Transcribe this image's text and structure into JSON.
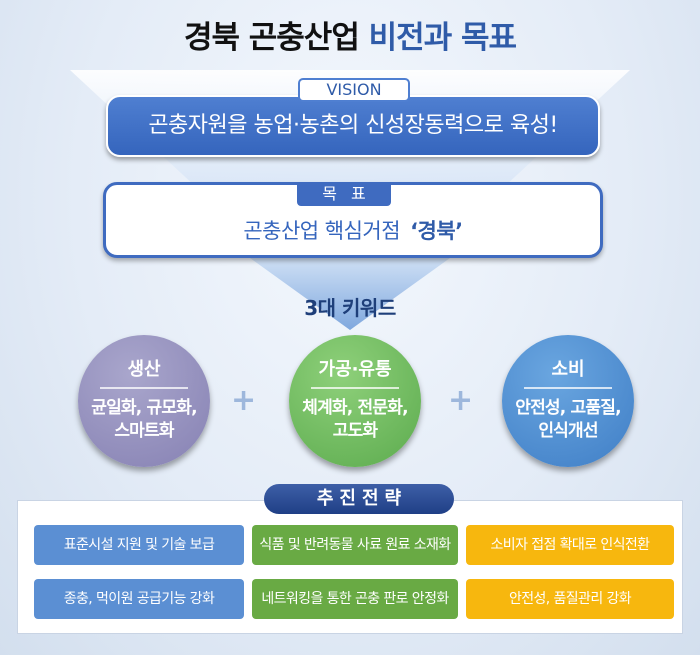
{
  "title": {
    "main": "경북 곤충산업",
    "accent": "비전과 목표"
  },
  "vision": {
    "tag": "VISION",
    "text": "곤충자원을 농업·농촌의 신성장동력으로 육성!"
  },
  "goal": {
    "tag": "목표",
    "text": "곤충산업 핵심거점",
    "highlight": "‘경북’"
  },
  "keywords": {
    "label": "3대 키워드",
    "items": [
      {
        "head": "생산",
        "line1": "균일화, 규모화,",
        "line2": "스마트화"
      },
      {
        "head": "가공·유통",
        "line1": "체계화, 전문화,",
        "line2": "고도화"
      },
      {
        "head": "소비",
        "line1": "안전성, 고품질,",
        "line2": "인식개선"
      }
    ],
    "plus": "+"
  },
  "strategy": {
    "title": "추진전략",
    "items": [
      "표준시설 지원 및 기술 보급",
      "식품 및 반려동물 사료 원료 소재화",
      "소비자 접점 확대로 인식전환",
      "종충, 먹이원 공급기능 강화",
      "네트워킹을 통한 곤충 판로 안정화",
      "안전성, 품질관리 강화"
    ]
  },
  "colors": {
    "accent_blue": "#2f5ba8",
    "production_purple": "#8681b3",
    "processing_green": "#5cab4e",
    "consumption_blue": "#3f7ec6",
    "strategy_blue": "#5b8fd3",
    "strategy_green": "#69aa44",
    "strategy_yellow": "#f7b70e"
  }
}
